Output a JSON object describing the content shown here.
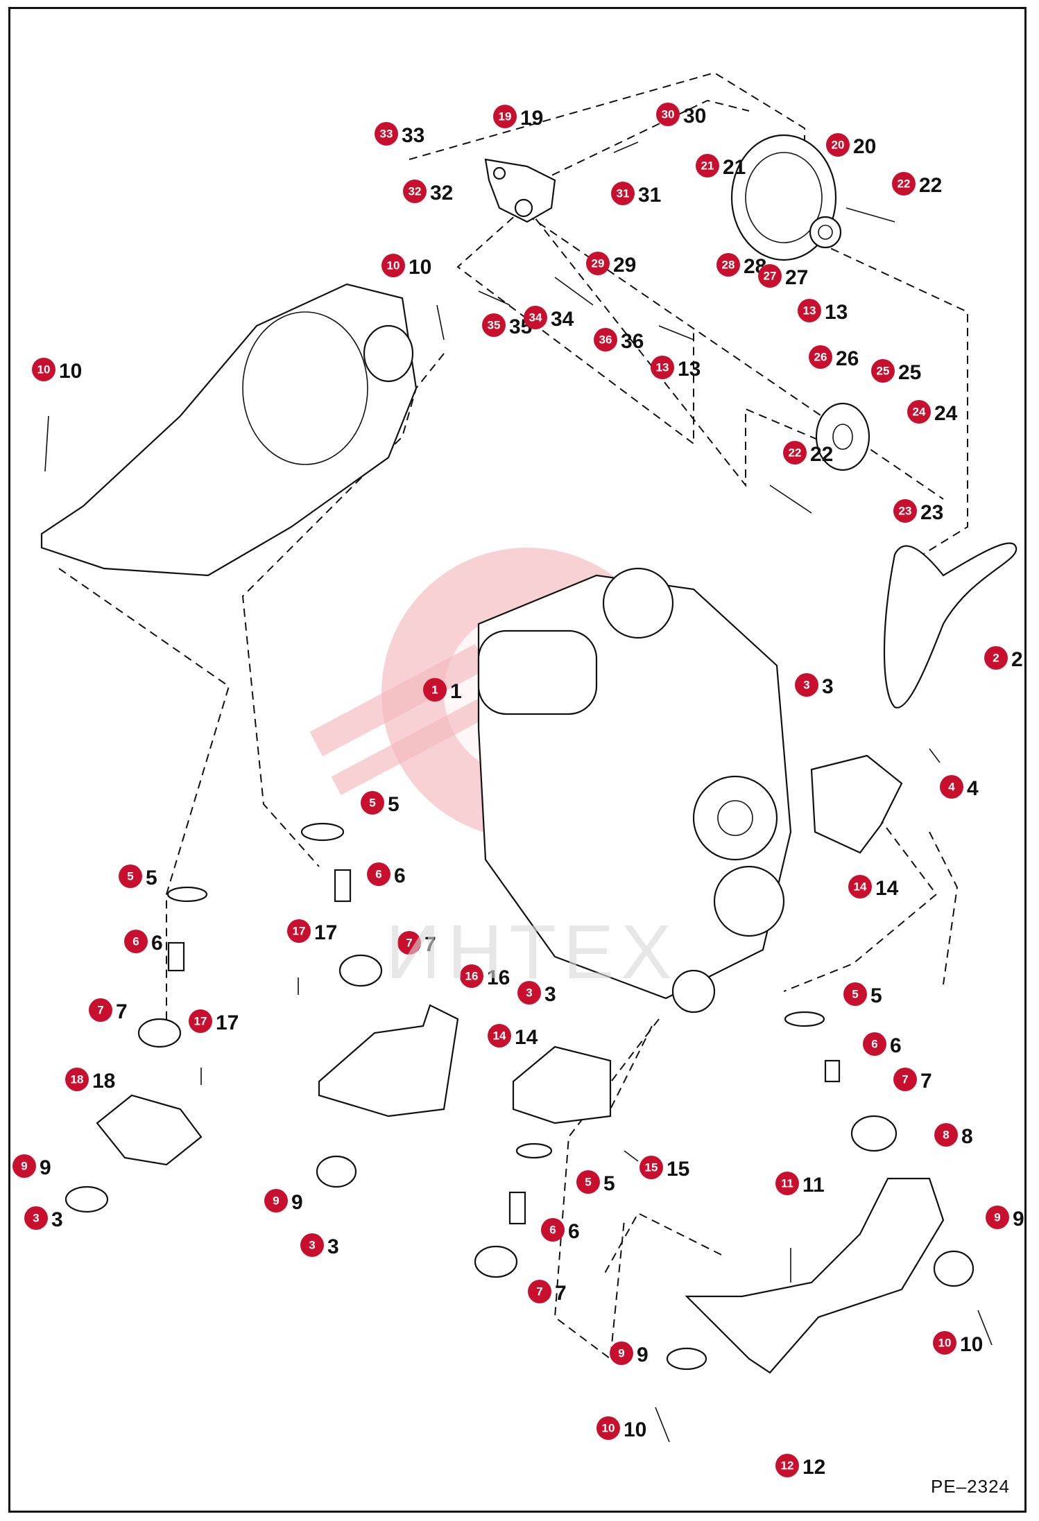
{
  "document_code": "PE–2324",
  "watermark_text": "ИНТЕХ",
  "colors": {
    "badge": "#c8102e",
    "line": "#111111"
  },
  "callouts": [
    {
      "id": "c33",
      "label": "33"
    },
    {
      "id": "c32",
      "label": "32"
    },
    {
      "id": "c19",
      "label": "19"
    },
    {
      "id": "c30",
      "label": "30"
    },
    {
      "id": "c31",
      "label": "31"
    },
    {
      "id": "c21",
      "label": "21"
    },
    {
      "id": "c20",
      "label": "20"
    },
    {
      "id": "c22a",
      "label": "22"
    },
    {
      "id": "c10a",
      "label": "10"
    },
    {
      "id": "c10b",
      "label": "10"
    },
    {
      "id": "c29",
      "label": "29"
    },
    {
      "id": "c28",
      "label": "28"
    },
    {
      "id": "c27",
      "label": "27"
    },
    {
      "id": "c13a",
      "label": "13"
    },
    {
      "id": "c35",
      "label": "35"
    },
    {
      "id": "c34",
      "label": "34"
    },
    {
      "id": "c36",
      "label": "36"
    },
    {
      "id": "c13b",
      "label": "13"
    },
    {
      "id": "c26",
      "label": "26"
    },
    {
      "id": "c25",
      "label": "25"
    },
    {
      "id": "c24",
      "label": "24"
    },
    {
      "id": "c22b",
      "label": "22"
    },
    {
      "id": "c23",
      "label": "23"
    },
    {
      "id": "c2",
      "label": "2"
    },
    {
      "id": "c1",
      "label": "1"
    },
    {
      "id": "c3a",
      "label": "3"
    },
    {
      "id": "c4",
      "label": "4"
    },
    {
      "id": "c14a",
      "label": "14"
    },
    {
      "id": "c5a",
      "label": "5"
    },
    {
      "id": "c6a",
      "label": "6"
    },
    {
      "id": "c7a",
      "label": "7"
    },
    {
      "id": "c17a",
      "label": "17"
    },
    {
      "id": "c16",
      "label": "16"
    },
    {
      "id": "c5b",
      "label": "5"
    },
    {
      "id": "c6b",
      "label": "6"
    },
    {
      "id": "c7b",
      "label": "7"
    },
    {
      "id": "c17b",
      "label": "17"
    },
    {
      "id": "c18",
      "label": "18"
    },
    {
      "id": "c9a",
      "label": "9"
    },
    {
      "id": "c3b",
      "label": "3"
    },
    {
      "id": "c9b",
      "label": "9"
    },
    {
      "id": "c3c",
      "label": "3"
    },
    {
      "id": "c3d",
      "label": "3"
    },
    {
      "id": "c14b",
      "label": "14"
    },
    {
      "id": "c15",
      "label": "15"
    },
    {
      "id": "c5c",
      "label": "5"
    },
    {
      "id": "c6c",
      "label": "6"
    },
    {
      "id": "c7c",
      "label": "7"
    },
    {
      "id": "c5d",
      "label": "5"
    },
    {
      "id": "c6d",
      "label": "6"
    },
    {
      "id": "c7d",
      "label": "7"
    },
    {
      "id": "c8",
      "label": "8"
    },
    {
      "id": "c11",
      "label": "11"
    },
    {
      "id": "c9c",
      "label": "9"
    },
    {
      "id": "c10c",
      "label": "10"
    },
    {
      "id": "c9d",
      "label": "9"
    },
    {
      "id": "c10d",
      "label": "10"
    },
    {
      "id": "c12",
      "label": "12"
    }
  ]
}
